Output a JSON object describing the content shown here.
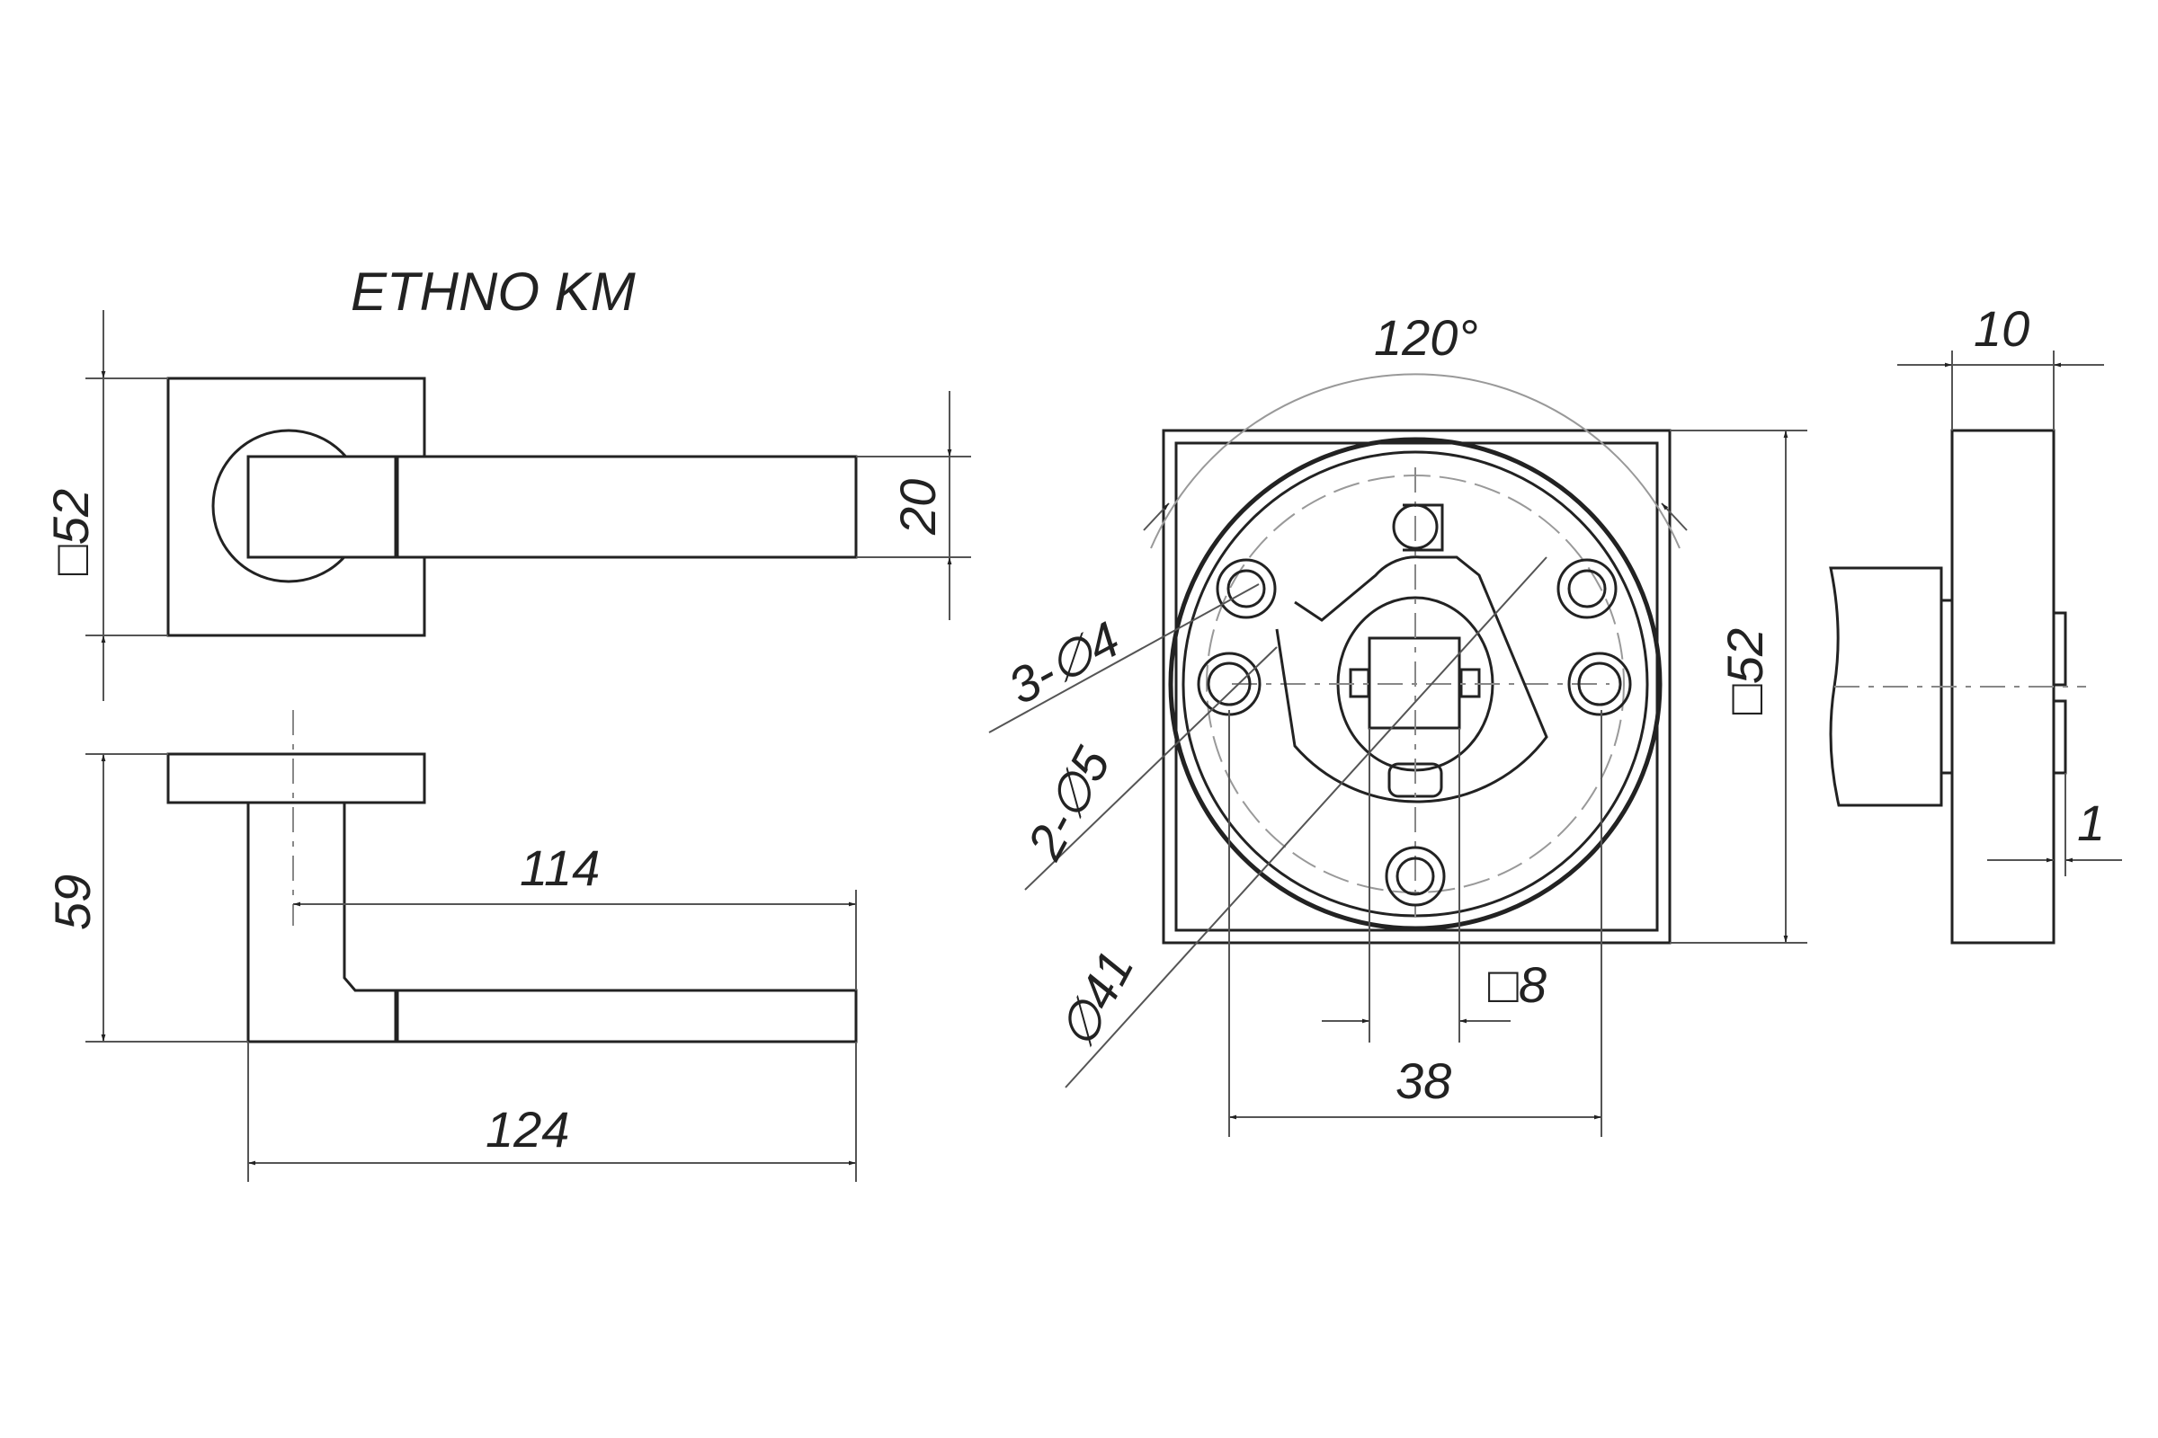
{
  "title": "ETHNO KM",
  "dimensions": {
    "rosette_square": "□52",
    "lever_height": "20",
    "side_height": "59",
    "lever_reach": "114",
    "lever_length": "124",
    "angle": "120°",
    "holes_small": "3-∅4",
    "holes_large": "2-∅5",
    "ring_diameter": "∅41",
    "front_square": "□52",
    "spindle_square": "□8",
    "hole_spacing": "38",
    "thickness": "10",
    "offset": "1"
  }
}
